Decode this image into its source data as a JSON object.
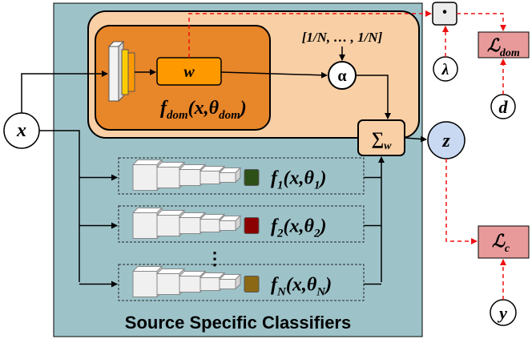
{
  "diagram": {
    "input_x": "x",
    "weight_w": "w",
    "f_dom": {
      "f": "f",
      "sub": "dom",
      "args_open": "(x,θ",
      "sub2": "dom",
      "close": ")"
    },
    "uniform_vector": "[1/N, … , 1/N]",
    "alpha": "α",
    "sum": {
      "sigma": "∑",
      "sub": "w"
    },
    "z": "z",
    "dot": "·",
    "lambda": "λ",
    "loss_dom": {
      "L": "ℒ",
      "sub": "dom"
    },
    "d": "d",
    "loss_c": {
      "L": "ℒ",
      "sub": "c"
    },
    "y": "y",
    "classifiers": [
      {
        "f": "f",
        "sub": "1",
        "args_open": "(x,θ",
        "sub2": "1",
        "close": ")",
        "head_color": "#2d5016"
      },
      {
        "f": "f",
        "sub": "2",
        "args_open": "(x,θ",
        "sub2": "2",
        "close": ")",
        "head_color": "#8b0000"
      },
      {
        "f": "f",
        "sub": "N",
        "args_open": "(x,θ",
        "sub2": "N",
        "close": ")",
        "head_color": "#8b6914"
      }
    ],
    "ellipsis": "⋮",
    "caption": "Source Specific Classifiers"
  },
  "colors": {
    "panel_bg": "#9dc3c9",
    "outer_dom_box": "#f9cfa5",
    "inner_dom_box": "#e8862a",
    "w_box": "#ff9900",
    "sum_box": "#f9cfa5",
    "z_circle": "#c9d9f2",
    "loss_box": "#e89a9a",
    "dashed_red": "#ee1111"
  }
}
